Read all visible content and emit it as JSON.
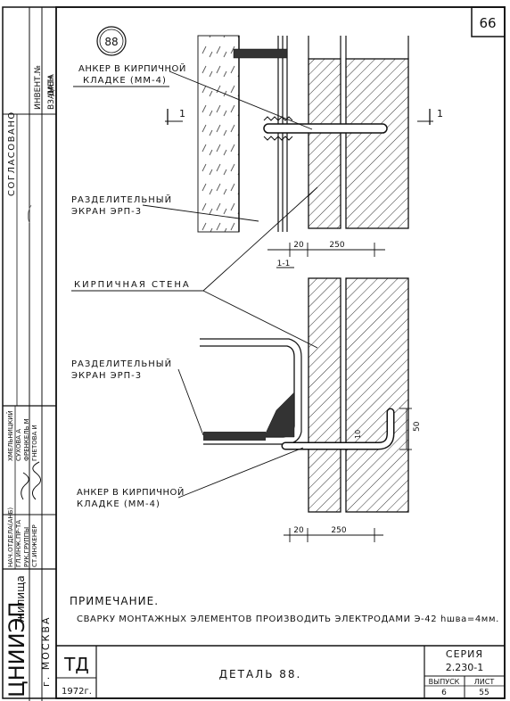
{
  "sheet_corner_number": "66",
  "detail_marker": "88",
  "callouts": {
    "anchor_top": [
      "АНКЕР В КИРПИЧНОЙ",
      "КЛАДКЕ (ММ-4)"
    ],
    "screen_top": [
      "РАЗДЕЛИТЕЛЬНЫЙ",
      "ЭКРАН ЭРП-3"
    ],
    "brick_wall": "КИРПИЧНАЯ СТЕНА",
    "screen_bottom": [
      "РАЗДЕЛИТЕЛЬНЫЙ",
      "ЭКРАН ЭРП-3"
    ],
    "anchor_bottom": [
      "АНКЕР В КИРПИЧНОЙ",
      "КЛАДКЕ (ММ-4)"
    ]
  },
  "section_marks": {
    "left": "1",
    "right": "1",
    "cut_label": "1-1"
  },
  "dimensions": {
    "top_gap": "20",
    "top_wall": "250",
    "bottom_gap": "20",
    "bottom_wall": "250",
    "vertical": "50",
    "small": "10"
  },
  "side_stamp": {
    "top_fields": [
      "ДАТА",
      "ИНВЕНТ.№",
      "ВЗАМЕН"
    ],
    "approved": "СОГЛАСОВАНО",
    "staff": [
      {
        "role": "НАЧ.ОТДЕЛА(АНБ)",
        "name": "ХМЕЛЬНИЦКИЙ"
      },
      {
        "role": "ГЛ.ИНЖ.ПР-ТА",
        "name": "СУХОВА А"
      },
      {
        "role": "РУК.ГРУППЫ",
        "name": "ФРЕНКЕЛЬ М"
      },
      {
        "role": "СТ.ИНЖЕНЕР",
        "name": "ГНЕТОВА И"
      }
    ],
    "org_logo": "ЦНИИЭП",
    "org_name": "жилища",
    "city": "г. МОСКВА"
  },
  "note": {
    "heading": "ПРИМЕЧАНИЕ.",
    "text": "СВАРКУ МОНТАЖНЫХ ЭЛЕМЕНТОВ ПРОИЗВОДИТЬ ЭЛЕКТРОДАМИ Э-42 hшва=4мм."
  },
  "title_block": {
    "code": "ТД",
    "year": "1972г.",
    "title": "ДЕТАЛЬ 88.",
    "series_label": "СЕРИЯ",
    "series_value": "2.230-1",
    "issue_label": "ВЫПУСК",
    "issue_value": "6",
    "sheet_label": "ЛИСТ",
    "sheet_value": "55"
  }
}
